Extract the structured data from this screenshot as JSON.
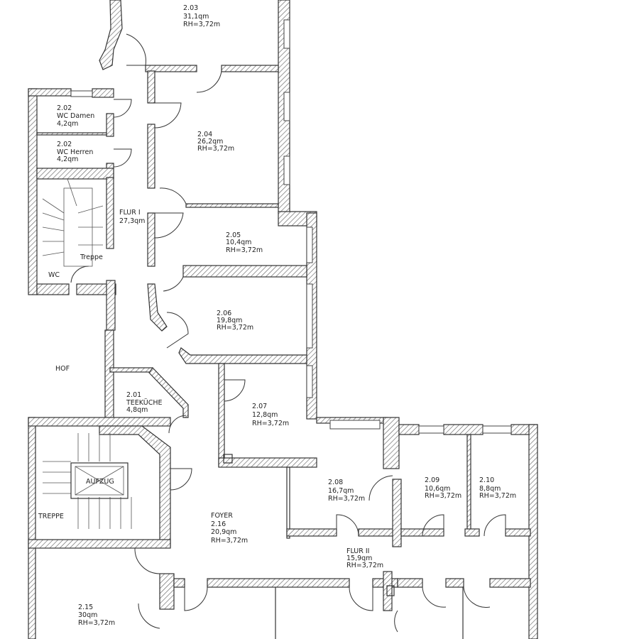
{
  "rooms": [
    {
      "id": "2.03",
      "name": "",
      "area": "31,1qm",
      "height": "RH=3,72m"
    },
    {
      "id": "2.02",
      "name": "WC Damen",
      "area": "4,2qm"
    },
    {
      "id": "2.02",
      "name": "WC Herren",
      "area": "4,2qm"
    },
    {
      "id": "2.04",
      "name": "",
      "area": "26,2qm",
      "height": "RH=3,72m"
    },
    {
      "id": "",
      "name": "FLUR I",
      "area": "27,3qm"
    },
    {
      "id": "2.05",
      "name": "",
      "area": "10,4qm",
      "height": "RH=3,72m"
    },
    {
      "id": "2.06",
      "name": "",
      "area": "19,8qm",
      "height": "RH=3,72m"
    },
    {
      "id": "2.07",
      "name": "",
      "area": "12,8qm",
      "height": "RH=3,72m"
    },
    {
      "id": "2.01",
      "name": "TEEKÜCHE",
      "area": "4,8qm"
    },
    {
      "id": "2.08",
      "name": "",
      "area": "16,7qm",
      "height": "RH=3,72m"
    },
    {
      "id": "2.09",
      "name": "",
      "area": "10,6qm",
      "height": "RH=3,72m"
    },
    {
      "id": "2.10",
      "name": "",
      "area": "8,8qm",
      "height": "RH=3,72m"
    },
    {
      "id": "2.16",
      "name": "FOYER",
      "area": "20,9qm",
      "height": "RH=3,72m"
    },
    {
      "id": "",
      "name": "FLUR II",
      "area": "15,9qm",
      "height": "RH=3,72m"
    },
    {
      "id": "2.15",
      "name": "",
      "area": "30qm",
      "height": "RH=3,72m"
    }
  ],
  "labels": {
    "treppe_upper": "Treppe",
    "wc": "WC",
    "hof": "HOF",
    "aufzug": "AUFZUG",
    "treppe_lower": "TREPPE"
  }
}
